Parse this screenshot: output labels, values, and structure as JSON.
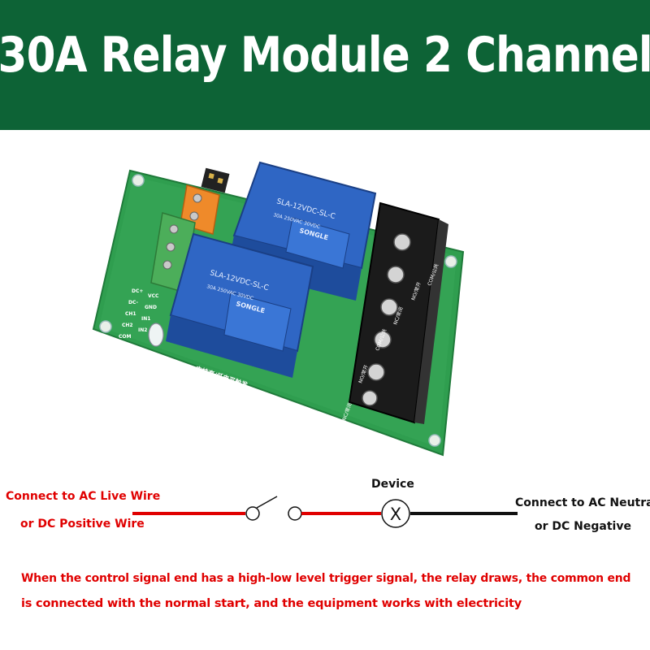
{
  "banner": {
    "title": "30A Relay Module 2 Channel",
    "background": "#0d6336"
  },
  "board": {
    "relay_1_model": "SLA-12VDC-SL-C",
    "relay_2_model": "SLA-12VDC-SL-C",
    "relay_brand": "SONGLE",
    "relay_spec": "30A 250VAC 30VDC",
    "input_labels": [
      "DC+",
      "VCC",
      "DC-",
      "GND",
      "CH1",
      "IN1",
      "CH2",
      "IN2",
      "COM"
    ],
    "silkscreen_line_1": "支持高/低电平触发",
    "silkscreen_line_2": "2路光耦隔离继电器模块",
    "terminal_labels": [
      "NC/常闭",
      "NO/常开",
      "COM/公共",
      "NC/常闭",
      "NO/常开",
      "COM/公共"
    ],
    "colors": {
      "pcb": "#2f9e4f",
      "relay": "#2a5fb8",
      "terminal": "#1b1b1b"
    }
  },
  "wiring": {
    "left_label_line1": "Connect to AC Live Wire",
    "left_label_line2": "or DC Positive Wire",
    "device_label": "Device",
    "device_symbol": "X",
    "right_label_line1": "Connect to AC Neutral",
    "right_label_line2": "or DC Negative",
    "live_color": "#e00000",
    "neutral_color": "#111111"
  },
  "caption": {
    "line1": "When the control signal end has a high-low level trigger signal, the relay draws, the common end",
    "line2": "is connected with the normal start, and the equipment works with electricity",
    "color": "#e00000"
  }
}
